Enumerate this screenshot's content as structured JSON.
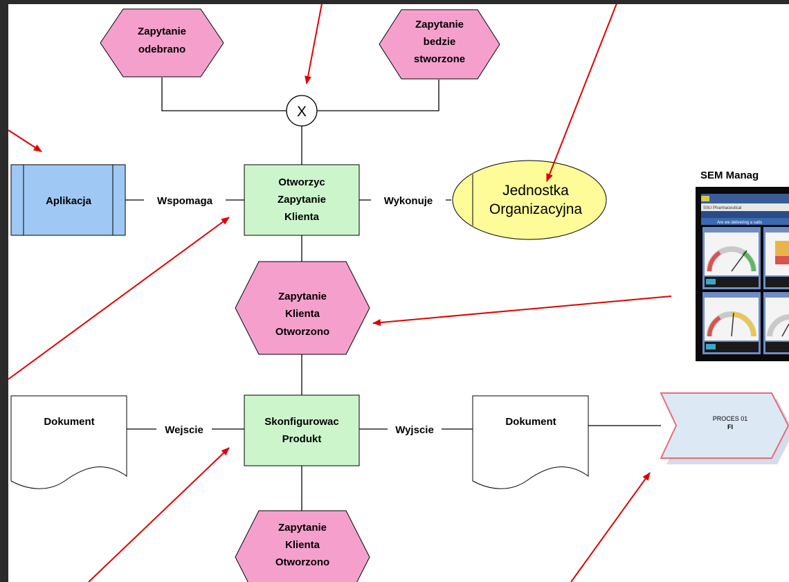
{
  "colors": {
    "event_fill": "#f5a0cc",
    "function_fill": "#ccf5cc",
    "application_fill": "#9fc8f5",
    "org_fill": "#fdfc99",
    "process_fill": "#dde8f5",
    "process_border": "#e86a7a",
    "arrow": "#e00000"
  },
  "events": {
    "top_left": [
      "Zapytanie",
      "odebrano"
    ],
    "top_right": [
      "Zapytanie",
      "bedzie",
      "stworzone"
    ],
    "middle": [
      "Zapytanie",
      "Klienta",
      "Otworzono"
    ],
    "bottom": [
      "Zapytanie",
      "Klienta",
      "Otworzono"
    ]
  },
  "connector": {
    "symbol": "X"
  },
  "functions": {
    "open": [
      "Otworzyc",
      "Zapytanie",
      "Klienta"
    ],
    "configure": [
      "Skonfigurowac",
      "Produkt"
    ]
  },
  "application": {
    "label": "Aplikacja"
  },
  "org_unit": {
    "label": [
      "Jednostka",
      "Organizacyjna"
    ]
  },
  "documents": {
    "left": {
      "label": "Dokument"
    },
    "right": {
      "label": "Dokument"
    }
  },
  "edge_labels": {
    "supports": "Wspomaga",
    "executes": "Wykonuje",
    "input": "Wejscie",
    "output": "Wyjscie"
  },
  "process_interface": {
    "lines": [
      "PROCES 01",
      "FI"
    ]
  },
  "screenshot_panel": {
    "title": "SEM Manag",
    "header": "SSU Pharmaceutical",
    "subheader": "Are we delivering a satis"
  }
}
